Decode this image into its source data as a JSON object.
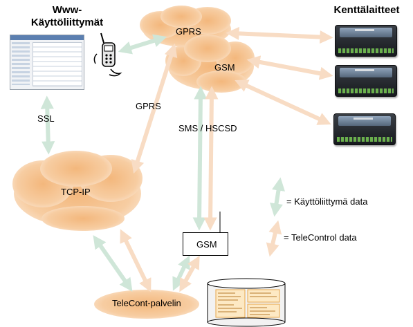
{
  "titles": {
    "www_ui": "Www-\nKäyttöliittymät",
    "field_devices": "Kenttälaitteet"
  },
  "clouds": {
    "gprs": "GPRS",
    "gsm": "GSM",
    "tcpip": "TCP-IP",
    "server": "TeleCont-palvelin"
  },
  "links": {
    "ssl": "SSL",
    "gprs": "GPRS",
    "sms": "SMS / HSCSD"
  },
  "modem": {
    "label": "GSM"
  },
  "legend": {
    "ui_data": "= Käyttöliittymä data",
    "telecontrol_data": "= TeleControl data"
  },
  "colors": {
    "ui_arrow": "#cfe6d8",
    "telecontrol_arrow": "#f8dcc4",
    "cloud": "#f5c690",
    "cloud_edge": "#f9dcbb"
  }
}
